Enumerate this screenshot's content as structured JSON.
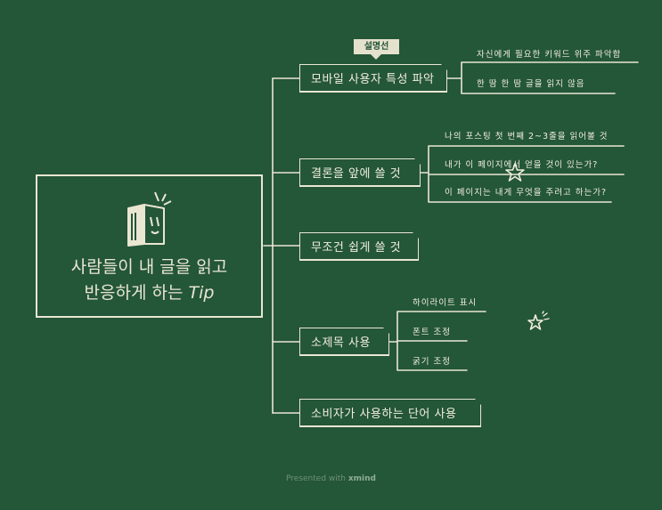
{
  "root": {
    "line1": "사람들이 내 글을 읽고",
    "line2": "반응하게 하는 ",
    "tip": "Tip"
  },
  "branches": [
    {
      "label": "모바일 사용자 특성 파악",
      "children": [
        "자신에게 필요한 키워드 위주 파악함",
        "한 땀 한 땀 글을 읽지 않음"
      ]
    },
    {
      "label": "결론을 앞에 쓸 것",
      "children": [
        "나의 포스팅 첫 번째 2~3줄을 읽어볼 것",
        "내가 이 페이지에서 얻을 것이 있는가?",
        "이 페이지는 내게 무엇을 주려고 하는가?"
      ]
    },
    {
      "label": "무조건 쉽게 쓸 것",
      "children": []
    },
    {
      "label": "소제목 사용",
      "children": [
        "하이라이트 표시",
        "폰트 조정",
        "굵기 조정"
      ]
    },
    {
      "label": "소비자가 사용하는 단어 사용",
      "children": []
    }
  ],
  "callout": "설명선",
  "footer": {
    "prefix": "Presented with ",
    "brand": "xmind"
  },
  "colors": {
    "background": "#245638",
    "chalk": "#e9e6d2"
  },
  "icons": [
    "book-icon",
    "star-icon"
  ]
}
